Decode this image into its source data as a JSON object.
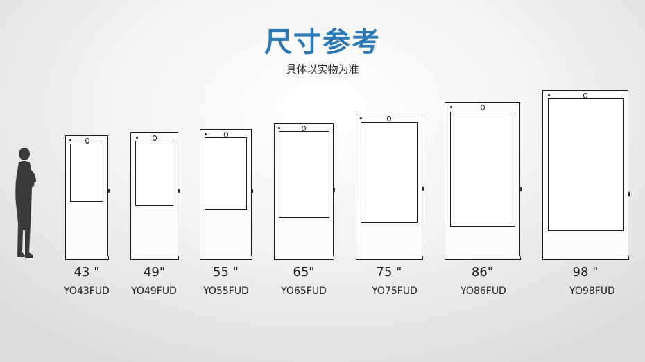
{
  "header": {
    "title": "尺寸参考",
    "subtitle": "具体以实物为准"
  },
  "products": [
    {
      "size": "43 \"",
      "model": "YO43FUD"
    },
    {
      "size": "49\"",
      "model": "YO49FUD"
    },
    {
      "size": "55 \"",
      "model": "YO55FUD"
    },
    {
      "size": "65\"",
      "model": "YO65FUD"
    },
    {
      "size": "75 \"",
      "model": "YO75FUD"
    },
    {
      "size": "86\"",
      "model": "YO86FUD"
    },
    {
      "size": "98 \"",
      "model": "YO98FUD"
    }
  ],
  "colors": {
    "title": "#2a78b6",
    "outline": "#1b1b1b",
    "person": "#3a3a3a"
  },
  "icons": {
    "person": "person-silhouette-icon"
  }
}
